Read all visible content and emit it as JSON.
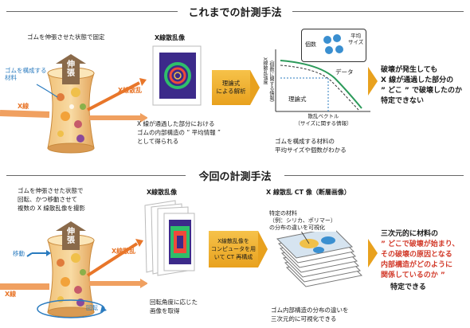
{
  "section1": {
    "title": "これまでの計測手法",
    "condition": "ゴムを伸張させた状態で固定",
    "material_label": "ゴムを構成する\n材料",
    "stretch_label": "伸\n張",
    "xray_label": "X線",
    "scatter_label": "X線散乱",
    "image_title": "X線散乱像",
    "image_caption": "X 線が通過した部分における\nゴムの内部構造の “ 平均情報 ”\nとして得られる",
    "process_box": "理論式\nによる解析",
    "graph_yaxis": "（個数に関する情報）\nX線散乱強度",
    "graph_xaxis": "散乱ベクトル\n（サイズに関する情報）",
    "graph_data_label": "データ",
    "graph_theory_label": "理論式",
    "inset_count": "個数",
    "inset_size": "平均\nサイズ",
    "graph_caption": "ゴムを構成する材料の\n平均サイズや個数がわかる",
    "conclusion": "破壊が発生しても\nX 線が通過した部分の\n” どこ ” で破壊したのか\n特定できない"
  },
  "section2": {
    "title": "今回の計測手法",
    "condition": "ゴムを伸張させた状態で\n回転、かつ移動させて\n複数の X 線散乱像を撮影",
    "move_label": "移動",
    "rotate_label": "回転",
    "stretch_label": "伸\n張",
    "xray_label": "X線",
    "scatter_label": "X線散乱",
    "image_title": "X線散乱像",
    "image_caption": "回転角度に応じた\n画像を取得",
    "process_box": "X線散乱像を\nコンピュータを用\nいて CT 再構成",
    "ct_title": "X 線散乱 CT 像（断層画像）",
    "ct_note": "特定の材料\n（例：シリカ、ポリマー）\nの分布の違いを可視化",
    "ct_caption": "ゴム内部構造の分布の違いを\n三次元的に可視化できる",
    "conclusion_prefix": "三次元的に材料の",
    "conclusion_red": "” どこで破壊が始まり、\nその破壊の原因となる\n内部構造がどのように\n関係しているのか ”",
    "conclusion_suffix": "特定できる"
  },
  "colors": {
    "orange": "#e8762a",
    "gold": "#e8a11e",
    "blue": "#2a7bbf",
    "red": "#d23a2a",
    "green": "#2c9a5a",
    "brown": "#8a6a4a"
  }
}
